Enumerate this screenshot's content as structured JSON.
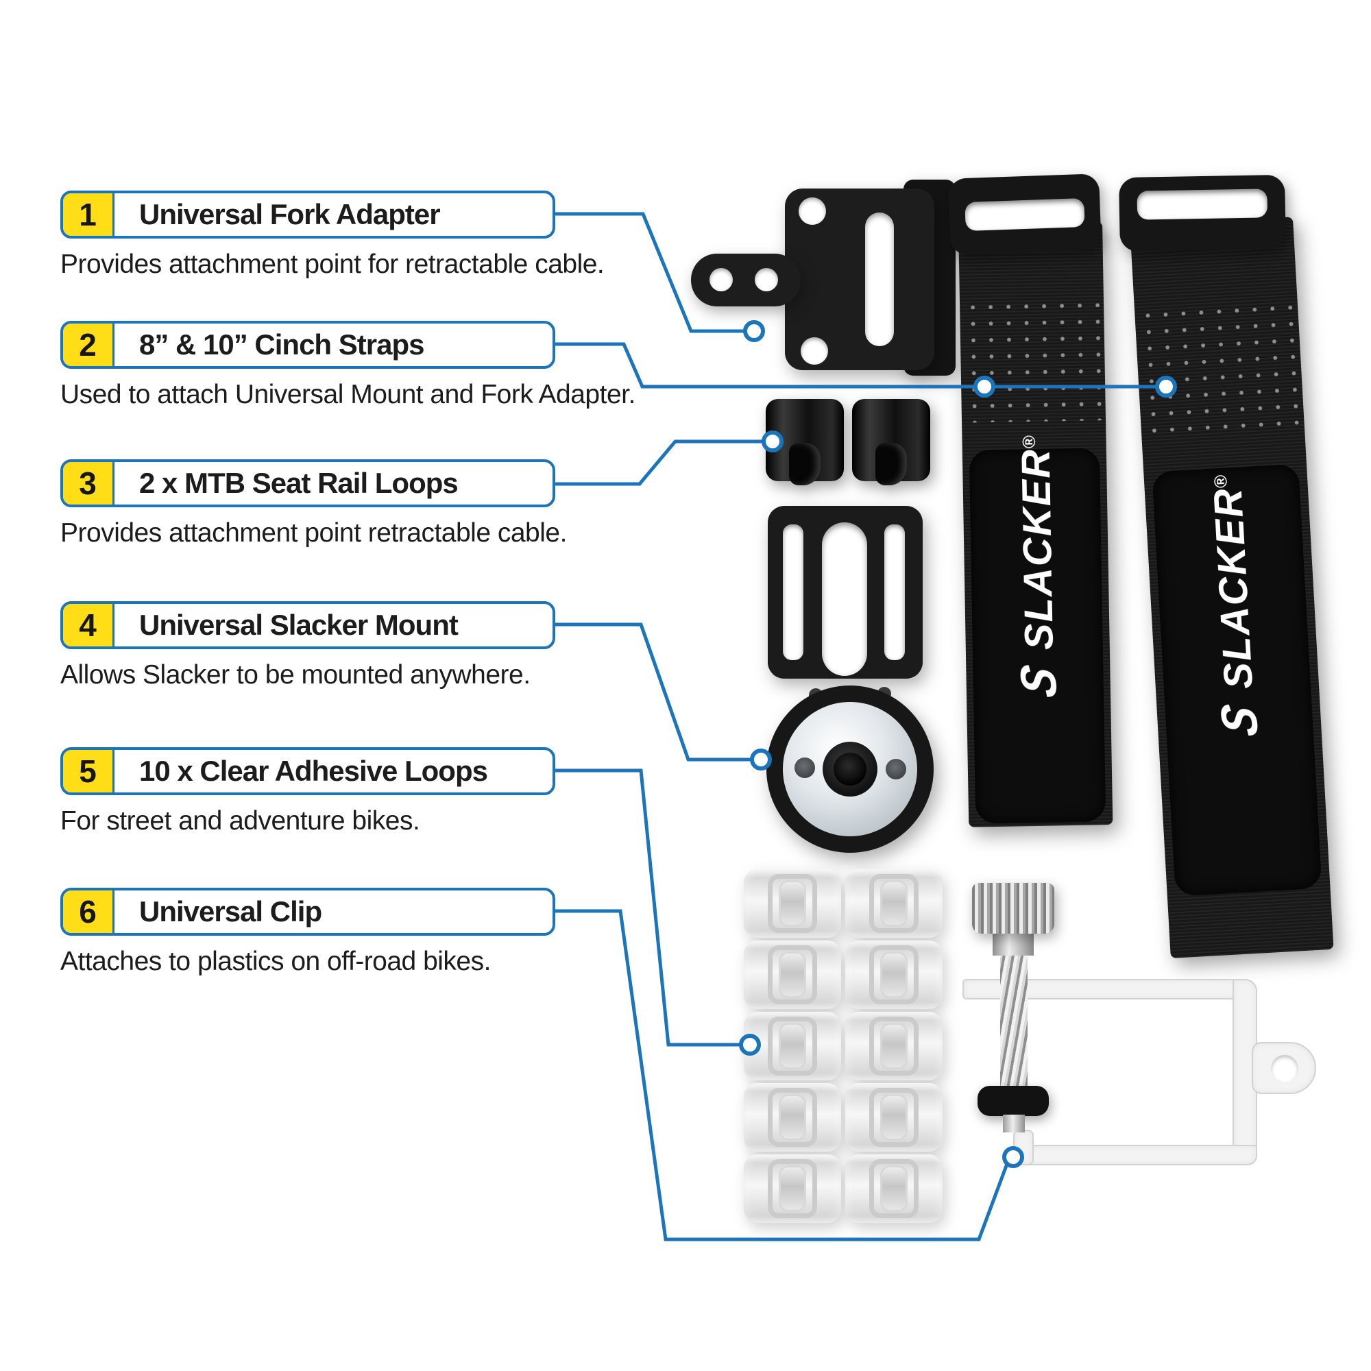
{
  "colors": {
    "accent_blue": "#1b75bc",
    "badge_yellow": "#ffde17",
    "text": "#1c1c1c"
  },
  "items": [
    {
      "num": "1",
      "title": "Universal Fork Adapter",
      "desc": "Provides attachment point for retractable cable."
    },
    {
      "num": "2",
      "title": "8” & 10” Cinch Straps",
      "desc": "Used to attach Universal Mount and Fork Adapter."
    },
    {
      "num": "3",
      "title": "2 x MTB Seat Rail Loops",
      "desc": "Provides attachment point retractable cable."
    },
    {
      "num": "4",
      "title": "Universal Slacker Mount",
      "desc": "Allows Slacker to be mounted anywhere."
    },
    {
      "num": "5",
      "title": "10 x Clear Adhesive Loops",
      "desc": "For street and adventure bikes."
    },
    {
      "num": "6",
      "title": "Universal Clip",
      "desc": "Attaches to plastics on off-road bikes."
    }
  ],
  "strap": {
    "logo_glyph": "S",
    "brand": "SLACKER",
    "reg": "®"
  }
}
